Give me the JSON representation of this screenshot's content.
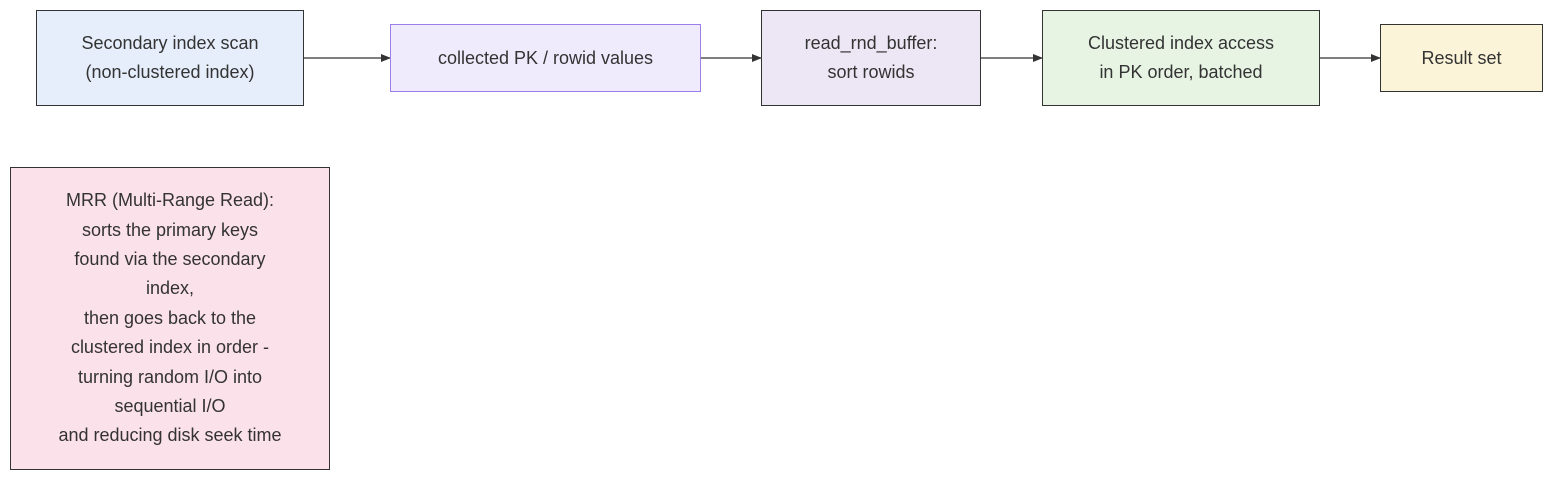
{
  "nodes": {
    "secondary_scan": {
      "lines": [
        "Secondary index scan",
        "(non-clustered index)"
      ]
    },
    "collected_pk": {
      "lines": [
        "collected PK / rowid values"
      ]
    },
    "read_rnd_buffer": {
      "lines": [
        "read_rnd_buffer:",
        "sort rowids"
      ]
    },
    "clustered_access": {
      "lines": [
        "Clustered index access",
        "in PK order, batched"
      ]
    },
    "result_set": {
      "lines": [
        "Result set"
      ]
    }
  },
  "note": {
    "lines": [
      "MRR (Multi-Range Read):",
      "sorts the primary keys",
      "found via the secondary",
      "index,",
      "then goes back to the",
      "clustered index in order -",
      "turning random I/O into",
      "sequential I/O",
      "and reducing disk seek time"
    ]
  },
  "colors": {
    "secondary_scan": "#e6eefb",
    "collected_pk": "#efebfd",
    "read_rnd_buffer": "#ede6f4",
    "clustered_access": "#e7f4e4",
    "result_set": "#fbf4d8",
    "note": "#fbe1e9",
    "stroke": "#333333",
    "accent_border": "#9d7ee8"
  }
}
